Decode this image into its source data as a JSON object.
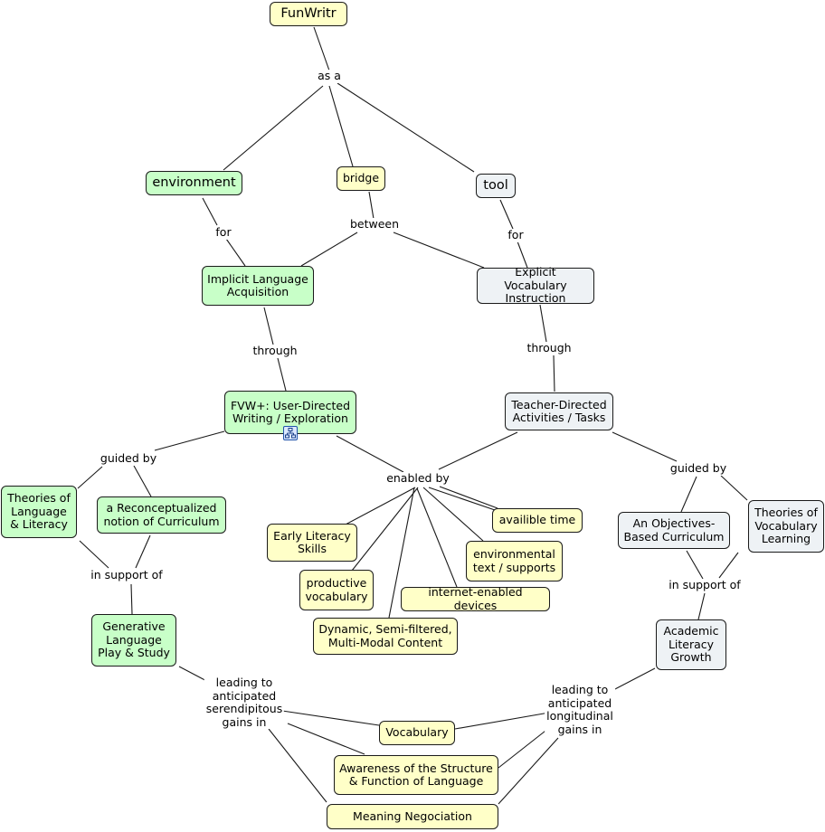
{
  "nodes": {
    "funwritr": "FunWritr",
    "environment": "environment",
    "bridge": "bridge",
    "tool": "tool",
    "implicit": "Implicit Language\nAcquisition",
    "explicit": "Explicit Vocabulary\nInstruction",
    "fvw": "FVW+: User-Directed\nWriting / Exploration",
    "teacher": "Teacher-Directed\nActivities / Tasks",
    "theories_lang": "Theories of\nLanguage\n& Literacy",
    "reconceptualized": "a Reconceptualized\nnotion of Curriculum",
    "objectives": "An Objectives-\nBased Curriculum",
    "theories_vocab": "Theories of\nVocabulary\nLearning",
    "early_literacy": "Early Literacy\nSkills",
    "availible_time": "availible time",
    "productive_vocab": "productive\nvocabulary",
    "env_text": "environmental\ntext / supports",
    "internet_devices": "internet-enabled devices",
    "dynamic_content": "Dynamic, Semi-filtered,\nMulti-Modal Content",
    "generative": "Generative\nLanguage\nPlay & Study",
    "academic": "Academic\nLiteracy\nGrowth",
    "vocabulary": "Vocabulary",
    "awareness": "Awareness of the Structure\n& Function of Language",
    "meaning": "Meaning Negociation"
  },
  "phrases": {
    "as_a": "as a",
    "for_left": "for",
    "between": "between",
    "for_right": "for",
    "through_left": "through",
    "through_right": "through",
    "guided_by_left": "guided by",
    "enabled_by": "enabled by",
    "guided_by_right": "guided by",
    "in_support_left": "in support of",
    "in_support_right": "in support of",
    "leading_serendipitous": "leading to\nanticipated\nserendipitous\ngains in",
    "leading_longitudinal": "leading to\nanticipated\nlongitudinal\ngains in"
  },
  "colors": {
    "yellow_node": "#ffffc8",
    "green_node": "#c8ffc8",
    "gray_node": "#eef2f5"
  },
  "icons": {
    "submap": "concept-map-icon"
  }
}
